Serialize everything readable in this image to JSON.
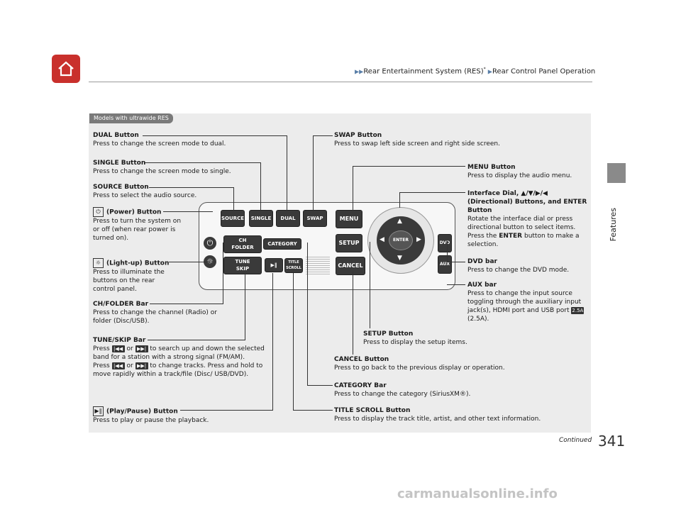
{
  "header": {
    "breadcrumb_1": "Rear Entertainment System (RES)",
    "breadcrumb_sup": "*",
    "breadcrumb_2": "Rear Control Panel Operation",
    "side_tab": "Features"
  },
  "model_tag": "Models with ultrawide RES",
  "callouts": {
    "dual": {
      "title": "DUAL Button",
      "body": "Press to change the screen mode to dual."
    },
    "single": {
      "title": "SINGLE Button",
      "body": "Press to change the screen mode to single."
    },
    "source": {
      "title": "SOURCE Button",
      "body": "Press to select the audio source."
    },
    "power": {
      "title": "(Power) Button",
      "body": "Press to turn the system on or off (when rear power is turned on)."
    },
    "light": {
      "title": "(Light-up) Button",
      "body": "Press to illuminate the buttons on the rear control panel."
    },
    "ch": {
      "title": "CH/FOLDER Bar",
      "body": "Press to change the channel (Radio) or folder (Disc/USB)."
    },
    "tune": {
      "title": "TUNE/SKIP Bar",
      "body1a": "Press",
      "body1b": "or",
      "body1c": "to search up and down the selected band for a station with a strong signal (FM/AM).",
      "body2a": "Press",
      "body2b": "or",
      "body2c": "to change tracks. Press and hold to move rapidly within a track/file (Disc/ USB/DVD)."
    },
    "play": {
      "title": "(Play/Pause) Button",
      "body": "Press to play or pause the playback."
    },
    "swap": {
      "title": "SWAP Button",
      "body": "Press to swap left side screen and right side screen."
    },
    "menu": {
      "title": "MENU Button",
      "body": "Press to display the audio menu."
    },
    "dial": {
      "title": "Interface Dial, ▲/▼/▶/◀ (Directional) Buttons, and ENTER Button",
      "body": "Rotate the interface dial or press directional button to select items.",
      "body2a": "Press the",
      "body2b": "ENTER",
      "body2c": "button to make a selection."
    },
    "dvd": {
      "title": "DVD bar",
      "body": "Press to change the DVD mode."
    },
    "aux": {
      "title": "AUX bar",
      "body": "Press to change the input source toggling through the auxiliary input jack(s), HDMI port and USB port",
      "body_end": "(2.5A)."
    },
    "setup": {
      "title": "SETUP Button",
      "body": "Press to display the setup items."
    },
    "cancel": {
      "title": "CANCEL Button",
      "body": "Press to go back to the previous display or operation."
    },
    "category": {
      "title": "CATEGORY Bar",
      "body": "Press to change the category (SiriusXM®)."
    },
    "title_scroll": {
      "title": "TITLE SCROLL Button",
      "body": "Press to display the track title, artist, and other text information."
    }
  },
  "panel_labels": {
    "source": "SOURCE",
    "single": "SINGLE",
    "dual": "DUAL",
    "swap": "SWAP",
    "menu": "MENU",
    "setup": "SETUP",
    "cancel": "CANCEL",
    "enter": "ENTER",
    "ch": "CH",
    "folder": "FOLDER",
    "category": "CATEGORY",
    "tune": "TUNE",
    "skip": "SKIP",
    "title": "TITLE",
    "scroll": "SCROLL",
    "dvd": "DVD",
    "aux": "AUX",
    "usb_icon": "2.5A"
  },
  "footer": {
    "continued": "Continued",
    "page": "341",
    "watermark": "carmanualsonline.info"
  }
}
